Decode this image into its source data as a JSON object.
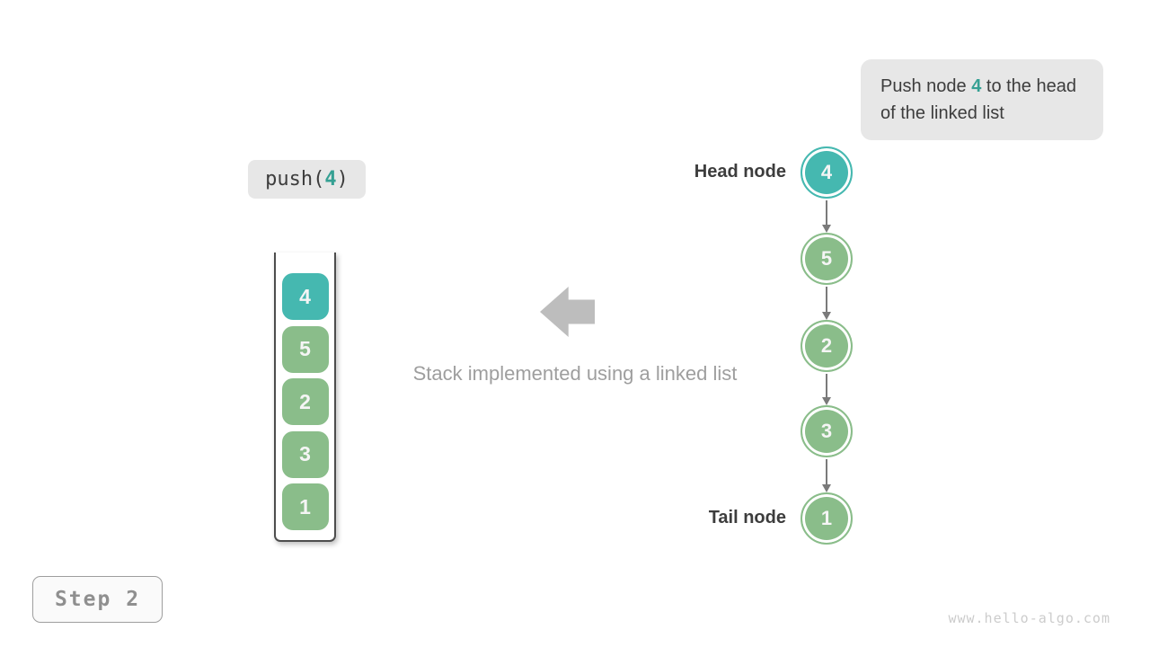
{
  "colors": {
    "teal": "#45b8b0",
    "green": "#8abd8a",
    "accent": "#35a093"
  },
  "callout": {
    "text_before": "Push node ",
    "highlight": "4",
    "text_after": " to the head of the linked list"
  },
  "code_label": {
    "before": "push(",
    "arg": "4",
    "after": ")"
  },
  "stack": {
    "values": [
      "4",
      "5",
      "2",
      "3",
      "1"
    ]
  },
  "caption": "Stack implemented using a linked list",
  "list": {
    "head_label": "Head node",
    "tail_label": "Tail node",
    "nodes": [
      {
        "value": "4",
        "variant": "teal"
      },
      {
        "value": "5",
        "variant": "green"
      },
      {
        "value": "2",
        "variant": "green"
      },
      {
        "value": "3",
        "variant": "green"
      },
      {
        "value": "1",
        "variant": "green"
      }
    ]
  },
  "step": {
    "label": "Step 2"
  },
  "watermark": "www.hello-algo.com"
}
